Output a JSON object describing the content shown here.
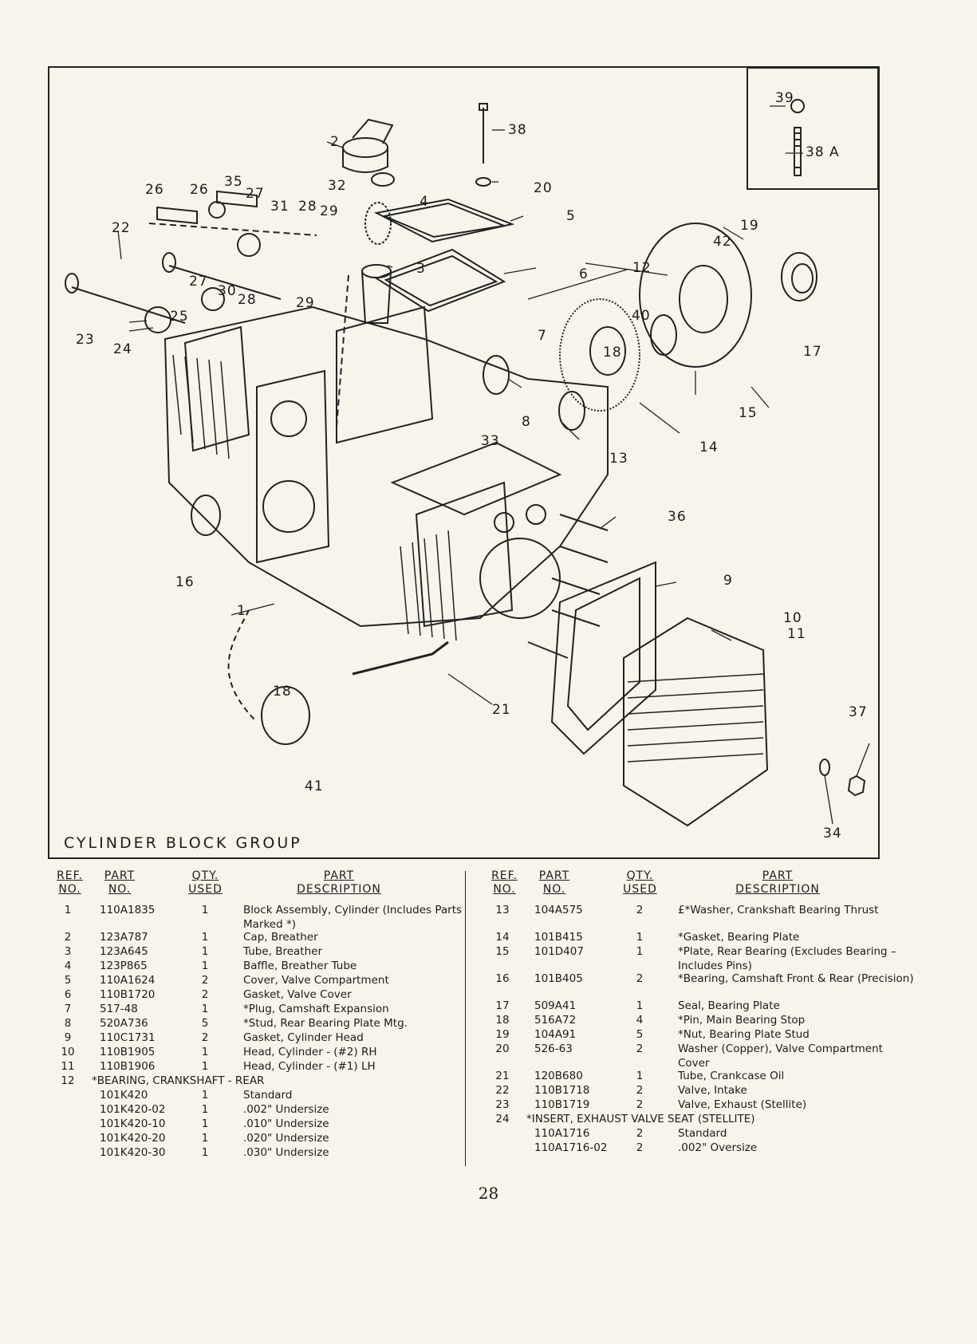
{
  "figure": {
    "caption": "CYLINDER BLOCK GROUP",
    "callouts": [
      "39",
      "38 A",
      "38",
      "2",
      "20",
      "32",
      "4",
      "5",
      "3",
      "6",
      "26",
      "26",
      "35",
      "27",
      "31",
      "28",
      "29",
      "22",
      "27",
      "30",
      "28",
      "29",
      "25",
      "23",
      "24",
      "19",
      "42",
      "12",
      "40",
      "18",
      "17",
      "15",
      "7",
      "8",
      "13",
      "14",
      "33",
      "36",
      "16",
      "9",
      "1",
      "10",
      "11",
      "18",
      "21",
      "37",
      "41",
      "34"
    ]
  },
  "table_headers": {
    "ref": [
      "REF.",
      "NO."
    ],
    "part": [
      "PART",
      "NO."
    ],
    "qty": [
      "QTY.",
      "USED"
    ],
    "desc": [
      "PART",
      "DESCRIPTION"
    ]
  },
  "parts_left": [
    {
      "ref": "1",
      "part": "110A1835",
      "qty": "1",
      "desc": "Block Assembly, Cylinder (Includes Parts Marked *)"
    },
    {
      "ref": "2",
      "part": "123A787",
      "qty": "1",
      "desc": "Cap, Breather"
    },
    {
      "ref": "3",
      "part": "123A645",
      "qty": "1",
      "desc": "Tube, Breather"
    },
    {
      "ref": "4",
      "part": "123P865",
      "qty": "1",
      "desc": "Baffle, Breather Tube"
    },
    {
      "ref": "5",
      "part": "110A1624",
      "qty": "2",
      "desc": "Cover, Valve Compartment"
    },
    {
      "ref": "6",
      "part": "110B1720",
      "qty": "2",
      "desc": "Gasket, Valve Cover"
    },
    {
      "ref": "7",
      "part": "517-48",
      "qty": "1",
      "desc": "*Plug, Camshaft Expansion"
    },
    {
      "ref": "8",
      "part": "520A736",
      "qty": "5",
      "desc": "*Stud, Rear Bearing Plate Mtg."
    },
    {
      "ref": "9",
      "part": "110C1731",
      "qty": "2",
      "desc": "Gasket, Cylinder Head"
    },
    {
      "ref": "10",
      "part": "110B1905",
      "qty": "1",
      "desc": "Head, Cylinder - (#2) RH"
    },
    {
      "ref": "11",
      "part": "110B1906",
      "qty": "1",
      "desc": "Head, Cylinder - (#1) LH"
    },
    {
      "ref": "12",
      "span": "*BEARING, CRANKSHAFT - REAR"
    },
    {
      "ref": "",
      "part": "101K420",
      "qty": "1",
      "desc": "Standard"
    },
    {
      "ref": "",
      "part": "101K420-02",
      "qty": "1",
      "desc": ".002\" Undersize"
    },
    {
      "ref": "",
      "part": "101K420-10",
      "qty": "1",
      "desc": ".010\" Undersize"
    },
    {
      "ref": "",
      "part": "101K420-20",
      "qty": "1",
      "desc": ".020\" Undersize"
    },
    {
      "ref": "",
      "part": "101K420-30",
      "qty": "1",
      "desc": ".030\" Undersize"
    }
  ],
  "parts_right": [
    {
      "ref": "13",
      "part": "104A575",
      "qty": "2",
      "desc": "£*Washer, Crankshaft Bearing Thrust"
    },
    {
      "ref": "14",
      "part": "101B415",
      "qty": "1",
      "desc": "*Gasket, Bearing Plate"
    },
    {
      "ref": "15",
      "part": "101D407",
      "qty": "1",
      "desc": "*Plate, Rear Bearing (Excludes Bearing – Includes Pins)"
    },
    {
      "ref": "16",
      "part": "101B405",
      "qty": "2",
      "desc": "*Bearing, Camshaft Front & Rear (Precision)"
    },
    {
      "ref": "17",
      "part": "509A41",
      "qty": "1",
      "desc": "Seal, Bearing Plate"
    },
    {
      "ref": "18",
      "part": "516A72",
      "qty": "4",
      "desc": "*Pin, Main Bearing Stop"
    },
    {
      "ref": "19",
      "part": "104A91",
      "qty": "5",
      "desc": "*Nut, Bearing Plate Stud"
    },
    {
      "ref": "20",
      "part": "526-63",
      "qty": "2",
      "desc": "Washer (Copper), Valve Compartment Cover"
    },
    {
      "ref": "21",
      "part": "120B680",
      "qty": "1",
      "desc": "Tube, Crankcase Oil"
    },
    {
      "ref": "22",
      "part": "110B1718",
      "qty": "2",
      "desc": "Valve, Intake"
    },
    {
      "ref": "23",
      "part": "110B1719",
      "qty": "2",
      "desc": "Valve, Exhaust (Stellite)"
    },
    {
      "ref": "24",
      "span": "*INSERT, EXHAUST VALVE SEAT (STELLITE)"
    },
    {
      "ref": "",
      "part": "110A1716",
      "qty": "2",
      "desc": "Standard"
    },
    {
      "ref": "",
      "part": "110A1716-02",
      "qty": "2",
      "desc": ".002\" Oversize"
    }
  ],
  "page_number": "28"
}
